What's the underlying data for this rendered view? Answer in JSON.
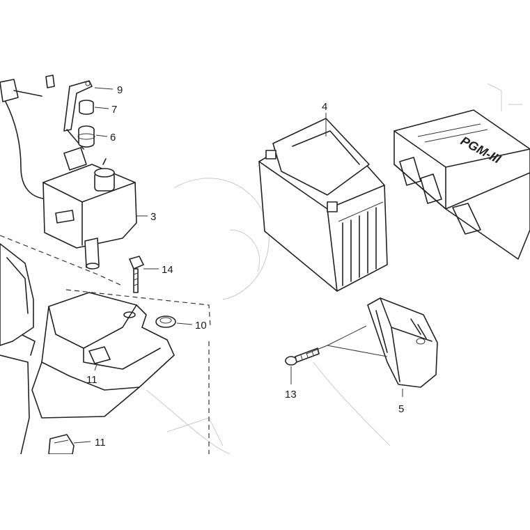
{
  "parts": {
    "p9": "9",
    "p7": "7",
    "p6": "6",
    "p3": "3",
    "p4": "4",
    "p14": "14",
    "p10": "10",
    "p11a": "11",
    "p11b": "11",
    "p13": "13",
    "p5": "5",
    "pgm_logo": "PGM-III"
  }
}
